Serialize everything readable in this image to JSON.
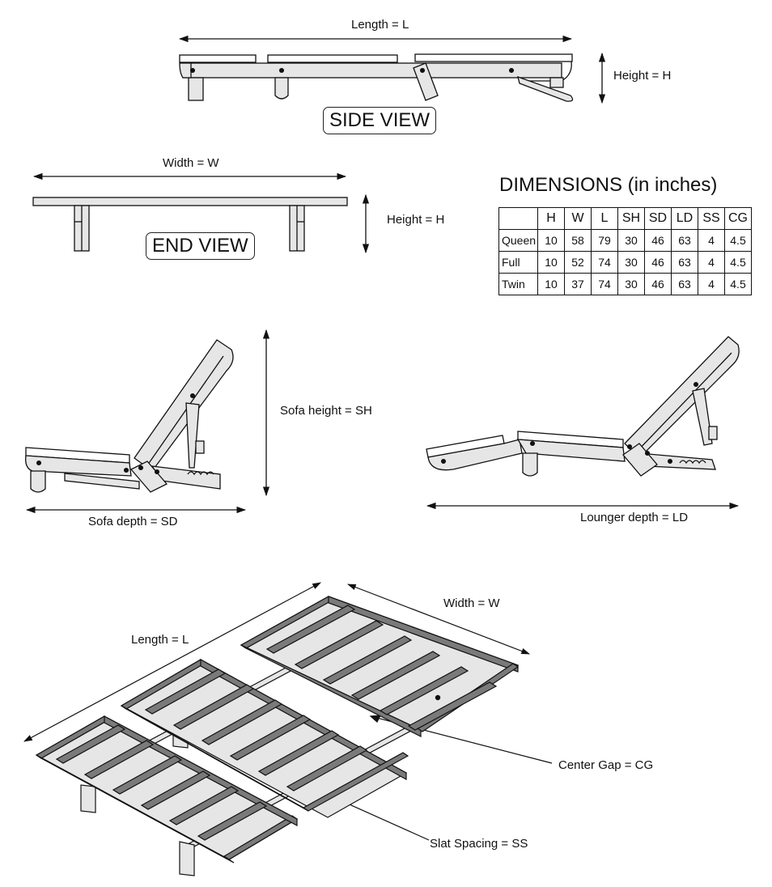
{
  "labels": {
    "side_length": "Length = L",
    "side_height": "Height = H",
    "side_view": "SIDE VIEW",
    "end_width": "Width = W",
    "end_height": "Height = H",
    "end_view": "END VIEW",
    "sofa_height": "Sofa height = SH",
    "sofa_depth": "Sofa depth = SD",
    "lounger_depth": "Lounger depth = LD",
    "iso_length": "Length = L",
    "iso_width": "Width = W",
    "center_gap": "Center Gap = CG",
    "slat_spacing": "Slat Spacing = SS"
  },
  "dimensions": {
    "title": "DIMENSIONS (in inches)",
    "headers": [
      "H",
      "W",
      "L",
      "SH",
      "SD",
      "LD",
      "SS",
      "CG"
    ],
    "rows": [
      {
        "name": "Queen",
        "values": [
          "10",
          "58",
          "79",
          "30",
          "46",
          "63",
          "4",
          "4.5"
        ]
      },
      {
        "name": "Full",
        "values": [
          "10",
          "52",
          "74",
          "30",
          "46",
          "63",
          "4",
          "4.5"
        ]
      },
      {
        "name": "Twin",
        "values": [
          "10",
          "37",
          "74",
          "30",
          "46",
          "63",
          "4",
          "4.5"
        ]
      }
    ]
  },
  "colors": {
    "frame_light": "#e6e6e6",
    "frame_dark": "#7a7a7a",
    "line": "#111111"
  }
}
